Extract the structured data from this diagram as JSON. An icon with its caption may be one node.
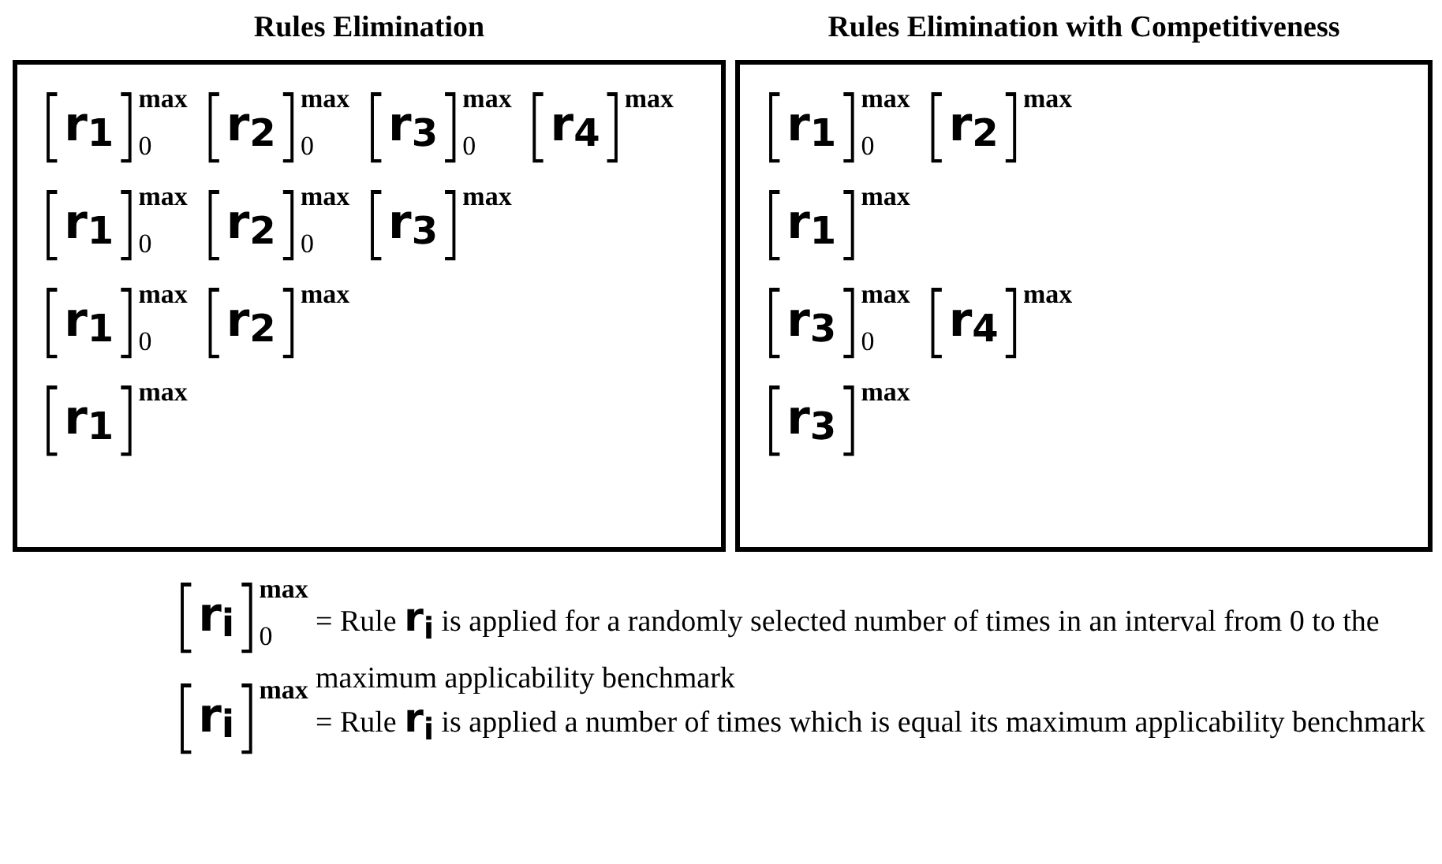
{
  "diagram": {
    "nodes": [
      {
        "text": [
          "Rules Elimination",
          "[r$_{1}$]$_{0}$$^{max}$ [r$_{2}$]$_{0}$$^{max}$ [r$_{3}$]$_{0}$$^{max}$ [r$_{4}$]$^{max}$",
          "[r$_{1}$]$_{0}$$^{max}$ [r$_{2}$]$_{0}$$^{max}$ [r$_{3}$]$^{max}$",
          "[r$_{1}$]$_{0}$$^{max}$ [r$_{2}$]$^{max}$",
          "[r$_{1}$]$^{max}$"
        ]
      },
      {
        "text": [
          "Rules Elimination with Competitiveness",
          "[r$_{1}$]$_{0}$$^{max}$ [r$_{2}$]$^{max}$",
          "[r$_{1}$]$^{max}$",
          "[r$_{3}$]$_{0}$$^{max}$ [r$_{4}$]$^{max}$",
          "[r$_{3}$]$^{max}$"
        ]
      }
    ],
    "labels": [
      "[r$_{i}$]$_{0}$$^{max}$",
      "= Rule **r**$_{i}$ is applied for a randomly selected number of times in an interval from 0 to the maximum applicability benchmark",
      "[r$_{i}$]$^{max}$",
      "= Rule **r**$_{i}$ is applied a number of times which is equal its maximum applicability benchmark"
    ]
  }
}
